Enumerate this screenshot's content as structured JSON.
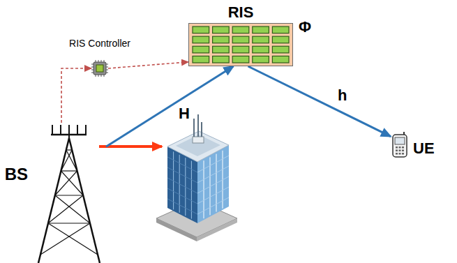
{
  "diagram": {
    "nodes": [
      {
        "text": [
          "BS"
        ]
      },
      {
        "text": [
          "RIS Controller"
        ]
      },
      {
        "text": [
          "RIS"
        ]
      },
      {
        "text": [
          "UE"
        ]
      }
    ],
    "edges": [
      {
        "from": 0,
        "to": 2,
        "label": "H",
        "arrow": "to"
      },
      {
        "from": 2,
        "to": 3,
        "label": "h",
        "arrow": "to"
      },
      {
        "from": 0,
        "to": 1,
        "arrow": "to"
      },
      {
        "from": 1,
        "to": 2,
        "arrow": "to"
      }
    ],
    "labels": [
      "Φ"
    ]
  }
}
